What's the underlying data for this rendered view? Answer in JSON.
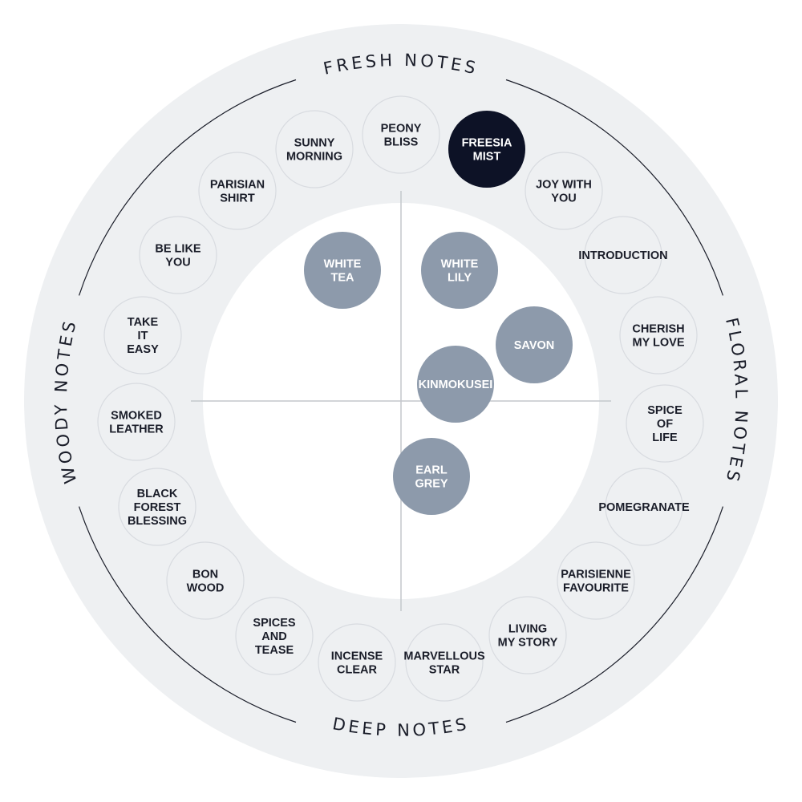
{
  "colors": {
    "outer_band": "#eef0f2",
    "circle_fill": "#eef0f2",
    "circle_stroke": "#d8dbe0",
    "selected": "#0d1226",
    "inner_bubble": "#8d9aab",
    "text_dark": "#1a1d29",
    "axis": "#c4c7cc"
  },
  "categories": {
    "fresh": "FRESH NOTES",
    "floral": "FLORAL NOTES",
    "deep": "DEEP NOTES",
    "woody": "WOODY NOTES"
  },
  "ring_scents": [
    {
      "name": "PEONY BLISS",
      "lines": [
        "PEONY",
        "BLISS"
      ]
    },
    {
      "name": "FREESIA MIST",
      "lines": [
        "FREESIA",
        "MIST"
      ],
      "selected": true
    },
    {
      "name": "JOY WITH YOU",
      "lines": [
        "JOY WITH",
        "YOU"
      ]
    },
    {
      "name": "INTRODUCTION",
      "lines": [
        "INTRODUCTION"
      ]
    },
    {
      "name": "CHERISH MY LOVE",
      "lines": [
        "CHERISH",
        "MY LOVE"
      ]
    },
    {
      "name": "SPICE OF LIFE",
      "lines": [
        "SPICE",
        "OF",
        "LIFE"
      ]
    },
    {
      "name": "POMEGRANATE",
      "lines": [
        "POMEGRANATE"
      ]
    },
    {
      "name": "PARISIENNE FAVOURITE",
      "lines": [
        "PARISIENNE",
        "FAVOURITE"
      ]
    },
    {
      "name": "LIVING MY STORY",
      "lines": [
        "LIVING",
        "MY STORY"
      ]
    },
    {
      "name": "MARVELLOUS STAR",
      "lines": [
        "MARVELLOUS",
        "STAR"
      ]
    },
    {
      "name": "INCENSE CLEAR",
      "lines": [
        "INCENSE",
        "CLEAR"
      ]
    },
    {
      "name": "SPICES AND TEASE",
      "lines": [
        "SPICES",
        "AND",
        "TEASE"
      ]
    },
    {
      "name": "BON WOOD",
      "lines": [
        "BON",
        "WOOD"
      ]
    },
    {
      "name": "BLACK FOREST BLESSING",
      "lines": [
        "BLACK",
        "FOREST",
        "BLESSING"
      ]
    },
    {
      "name": "SMOKED LEATHER",
      "lines": [
        "SMOKED",
        "LEATHER"
      ]
    },
    {
      "name": "TAKE IT EASY",
      "lines": [
        "TAKE",
        "IT",
        "EASY"
      ]
    },
    {
      "name": "BE LIKE YOU",
      "lines": [
        "BE LIKE",
        "YOU"
      ]
    },
    {
      "name": "PARISIAN SHIRT",
      "lines": [
        "PARISIAN",
        "SHIRT"
      ]
    },
    {
      "name": "SUNNY MORNING",
      "lines": [
        "SUNNY",
        "MORNING"
      ]
    }
  ],
  "inner_scents": [
    {
      "name": "WHITE TEA",
      "lines": [
        "WHITE",
        "TEA"
      ]
    },
    {
      "name": "WHITE LILY",
      "lines": [
        "WHITE",
        "LILY"
      ]
    },
    {
      "name": "SAVON",
      "lines": [
        "SAVON"
      ]
    },
    {
      "name": "KINMOKUSEI",
      "lines": [
        "KINMOKUSEI"
      ]
    },
    {
      "name": "EARL GREY",
      "lines": [
        "EARL",
        "GREY"
      ]
    }
  ]
}
